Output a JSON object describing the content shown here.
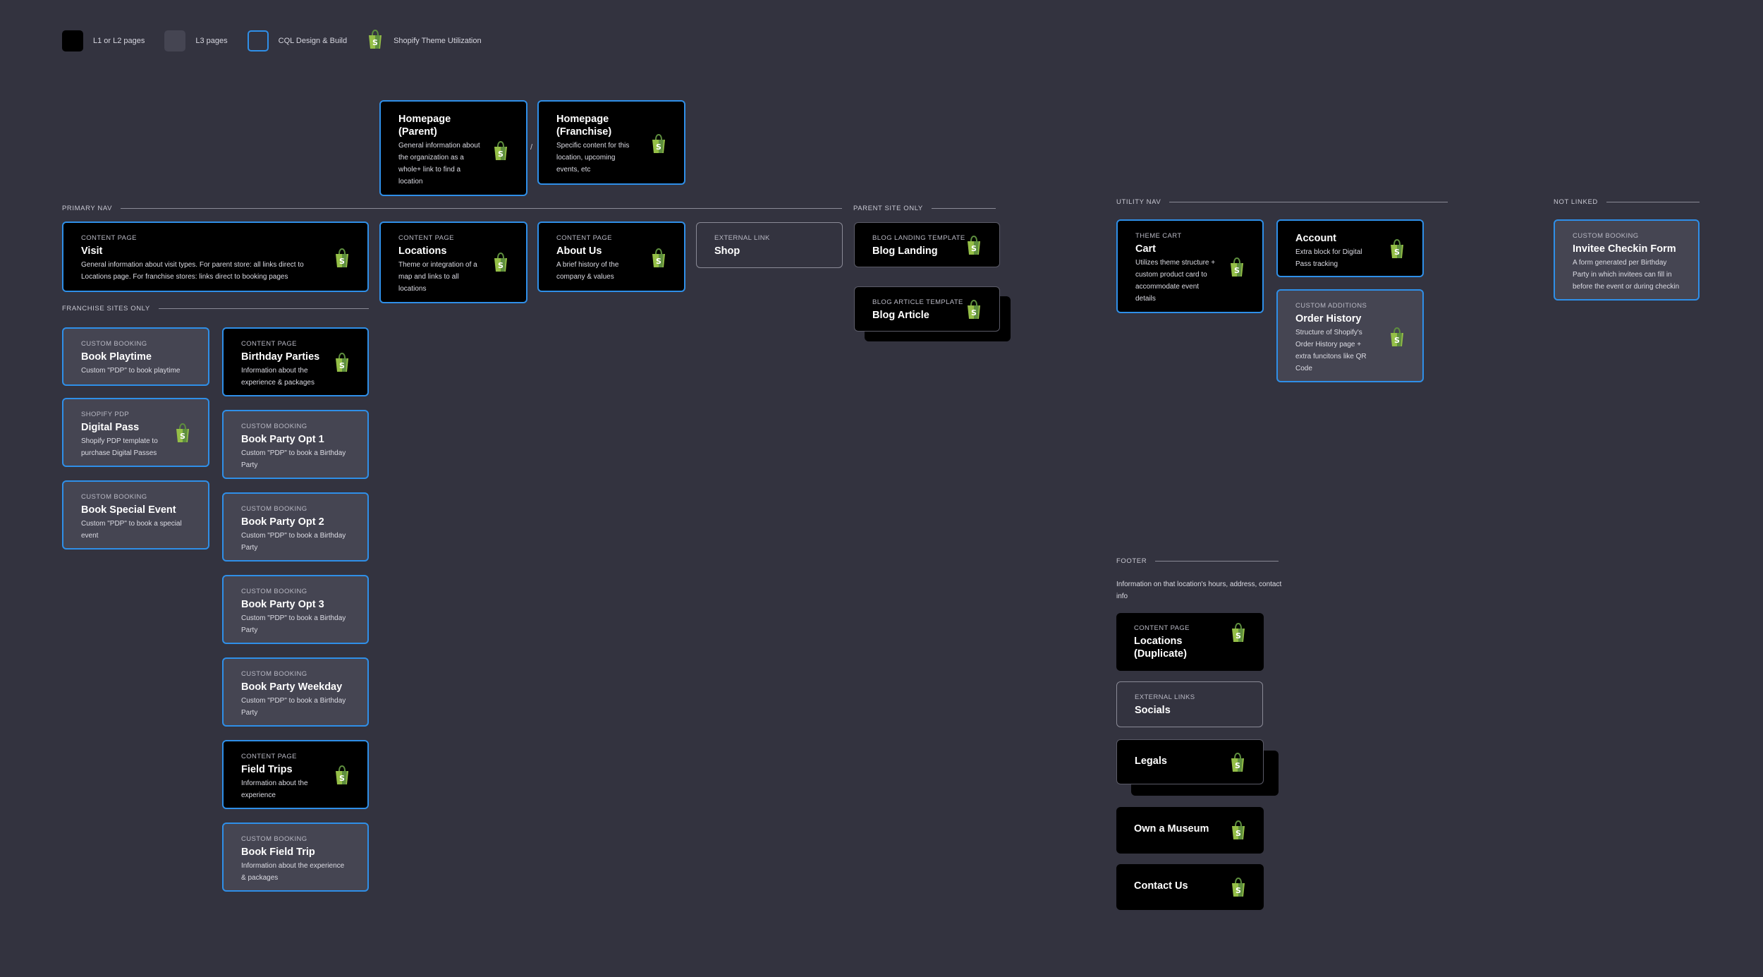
{
  "legend": [
    {
      "label": "L1 or L2 pages"
    },
    {
      "label": "L3 pages"
    },
    {
      "label": "CQL Design & Build"
    },
    {
      "label": "Shopify Theme Utilization"
    }
  ],
  "sections": {
    "primary_nav": "PRIMARY NAV",
    "franchise_only": "FRANCHISE SITES ONLY",
    "parent_only": "PARENT SITE ONLY",
    "utility_nav": "UTILITY NAV",
    "not_linked": "NOT LINKED",
    "footer": "FOOTER"
  },
  "slash": "/",
  "homepages": {
    "parent": {
      "title": "Homepage (Parent)",
      "desc": "General information about the organization as a whole+ link to find a location"
    },
    "franchise": {
      "title": "Homepage (Franchise)",
      "desc": "Specific content for this location, upcoming events, etc"
    }
  },
  "primary": {
    "visit": {
      "cat": "CONTENT PAGE",
      "title": "Visit",
      "desc": "General information about visit types. For parent store: all links direct to Locations page. For franchise stores: links direct to booking pages"
    },
    "locations": {
      "cat": "CONTENT PAGE",
      "title": "Locations",
      "desc": "Theme or integration of a map and links to all locations"
    },
    "about": {
      "cat": "CONTENT PAGE",
      "title": "About Us",
      "desc": "A brief history of the company & values"
    },
    "shop": {
      "cat": "EXTERNAL LINK",
      "title": "Shop"
    }
  },
  "franchise": {
    "book_playtime": {
      "cat": "CUSTOM BOOKING",
      "title": "Book Playtime",
      "desc": "Custom \"PDP\" to book playtime"
    },
    "digital_pass": {
      "cat": "SHOPIFY PDP",
      "title": "Digital Pass",
      "desc": "Shopify PDP template to purchase Digital Passes"
    },
    "special_event": {
      "cat": "CUSTOM BOOKING",
      "title": "Book Special Event",
      "desc": "Custom \"PDP\" to book a special event"
    },
    "birthday": {
      "cat": "CONTENT PAGE",
      "title": "Birthday Parties",
      "desc": "Information about the experience & packages"
    },
    "opt1": {
      "cat": "CUSTOM BOOKING",
      "title": "Book Party Opt 1",
      "desc": "Custom \"PDP\" to book a Birthday Party"
    },
    "opt2": {
      "cat": "CUSTOM BOOKING",
      "title": "Book Party Opt 2",
      "desc": "Custom \"PDP\" to book a Birthday Party"
    },
    "opt3": {
      "cat": "CUSTOM BOOKING",
      "title": "Book Party Opt 3",
      "desc": "Custom \"PDP\" to book a Birthday Party"
    },
    "weekday": {
      "cat": "CUSTOM BOOKING",
      "title": "Book Party Weekday",
      "desc": "Custom \"PDP\" to book a Birthday Party"
    },
    "field_trips": {
      "cat": "CONTENT PAGE",
      "title": "Field Trips",
      "desc": "Information about the experience"
    },
    "book_field_trip": {
      "cat": "CUSTOM BOOKING",
      "title": "Book Field Trip",
      "desc": "Information about the experience & packages"
    }
  },
  "parent_only": {
    "blog_landing": {
      "cat": "BLOG LANDING TEMPLATE",
      "title": "Blog Landing"
    },
    "blog_article": {
      "cat": "BLOG ARTICLE TEMPLATE",
      "title": "Blog Article"
    }
  },
  "utility": {
    "cart": {
      "cat": "THEME CART",
      "title": "Cart",
      "desc": "Utilizes theme structure + custom product card to accommodate event details"
    },
    "account": {
      "title": "Account",
      "desc": "Extra block for Digital Pass tracking"
    },
    "order_history": {
      "cat": "CUSTOM ADDITIONS",
      "title": "Order History",
      "desc": "Structure of Shopify's Order History page + extra funcitons like QR Code"
    }
  },
  "not_linked": {
    "invitee": {
      "cat": "CUSTOM BOOKING",
      "title": "Invitee Checkin Form",
      "desc": "A form generated per Birthday Party in which invitees can fill in before the event or during checkin"
    }
  },
  "footer": {
    "text": "Information on that location's hours, address, contact info",
    "locations_dup": {
      "cat": "CONTENT PAGE",
      "title": "Locations (Duplicate)"
    },
    "socials": {
      "cat": "EXTERNAL LINKS",
      "title": "Socials"
    },
    "legals": {
      "title": "Legals"
    },
    "museum": {
      "title": "Own a Museum"
    },
    "contact": {
      "title": "Contact Us"
    }
  },
  "colors": {
    "background": "#33333f",
    "dark_card": "#000000",
    "grey_card": "#454552",
    "accent_blue": "#2f8fe8",
    "shopify_green": "#95bf47"
  },
  "icons": {
    "shopify": "shopify-bag-icon"
  }
}
